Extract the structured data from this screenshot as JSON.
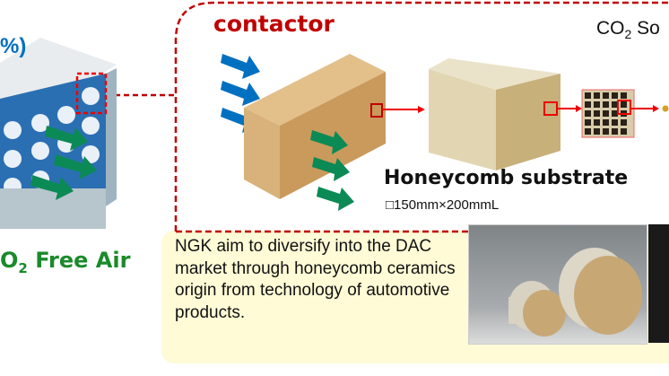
{
  "labels": {
    "percent_fragment": "%)",
    "contactor": "contactor",
    "co2_prefix": "CO",
    "co2_sub": "2",
    "co2_suffix": " So",
    "honeycomb_title": "Honeycomb substrate",
    "honeycomb_dim": "□150mm×200mmL",
    "free_air_prefix": "O",
    "free_air_sub": "2",
    "free_air_suffix": " Free Air"
  },
  "note": {
    "text": "NGK aim to diversify into the DAC market through honeycomb ceramics origin from technology of automotive products."
  },
  "colors": {
    "accent_red": "#c00000",
    "blue": "#0070c0",
    "green": "#1a8a2a",
    "note_bg": "#fffbd6"
  }
}
